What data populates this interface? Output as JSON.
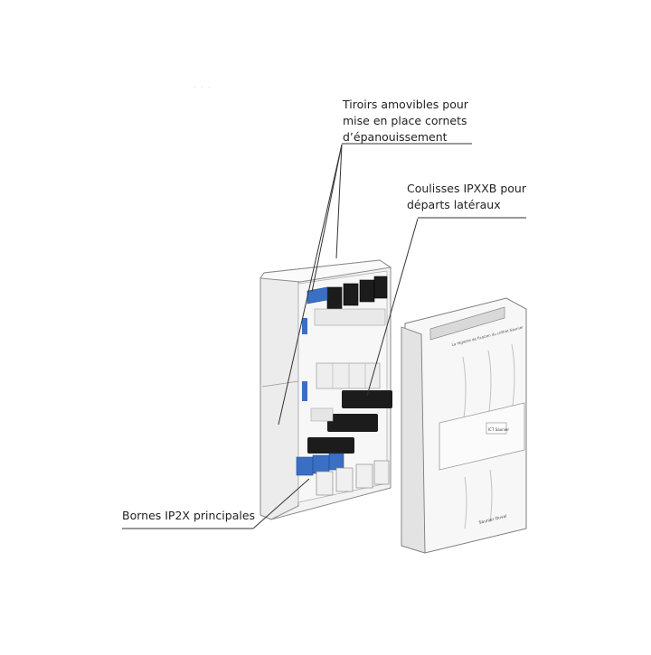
{
  "callouts": {
    "drawers": {
      "lines": [
        "Tiroirs amovibles pour",
        "mise en place cornets",
        "d’épanouissement"
      ]
    },
    "slides": {
      "lines": [
        "Coulisses IPXXB pour",
        "départs latéraux"
      ]
    },
    "terminals": {
      "lines": [
        "Bornes IP2X principales"
      ]
    }
  },
  "cover": {
    "top_caption": "La réglette de fixation du coffret Saunier",
    "logo_label": "ICT Saunier",
    "brand_script": "Saunier Duval"
  },
  "colors": {
    "line": "#333333",
    "housing": "#f4f4f4",
    "housing_edge": "#8a8a8a",
    "blue_module": "#3b6fc4",
    "black_module": "#1c1c1c"
  }
}
